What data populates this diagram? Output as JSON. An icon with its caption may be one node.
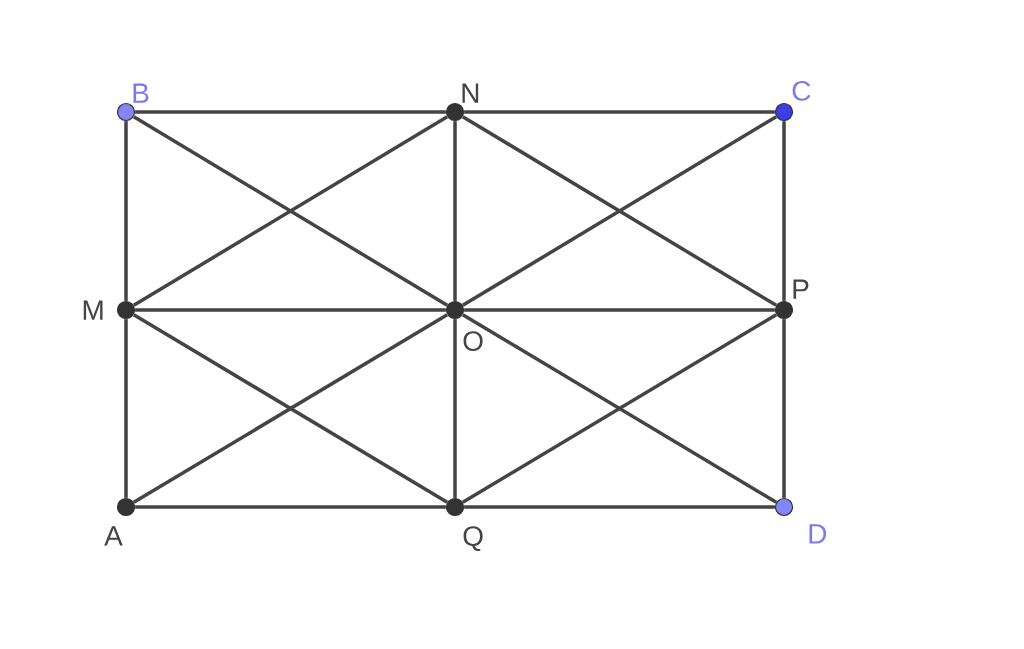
{
  "diagram": {
    "nodes": [
      {
        "text": [
          "B"
        ]
      },
      {
        "text": [
          "N"
        ]
      },
      {
        "text": [
          "C"
        ]
      },
      {
        "text": [
          "M"
        ]
      },
      {
        "text": [
          "O"
        ]
      },
      {
        "text": [
          "P"
        ]
      },
      {
        "text": [
          "A"
        ]
      },
      {
        "text": [
          "Q"
        ]
      },
      {
        "text": [
          "D"
        ]
      }
    ],
    "edges": [
      {
        "from": 0,
        "to": 1,
        "arrow": "none"
      },
      {
        "from": 1,
        "to": 2,
        "arrow": "none"
      },
      {
        "from": 3,
        "to": 4,
        "arrow": "none"
      },
      {
        "from": 4,
        "to": 5,
        "arrow": "none"
      },
      {
        "from": 6,
        "to": 7,
        "arrow": "none"
      },
      {
        "from": 7,
        "to": 8,
        "arrow": "none"
      },
      {
        "from": 0,
        "to": 3,
        "arrow": "none"
      },
      {
        "from": 3,
        "to": 6,
        "arrow": "none"
      },
      {
        "from": 1,
        "to": 4,
        "arrow": "none"
      },
      {
        "from": 4,
        "to": 7,
        "arrow": "none"
      },
      {
        "from": 2,
        "to": 5,
        "arrow": "none"
      },
      {
        "from": 5,
        "to": 8,
        "arrow": "none"
      },
      {
        "from": 0,
        "to": 4,
        "arrow": "none"
      },
      {
        "from": 4,
        "to": 8,
        "arrow": "none"
      },
      {
        "from": 2,
        "to": 4,
        "arrow": "none"
      },
      {
        "from": 4,
        "to": 6,
        "arrow": "none"
      },
      {
        "from": 3,
        "to": 1,
        "arrow": "none"
      },
      {
        "from": 1,
        "to": 5,
        "arrow": "none"
      },
      {
        "from": 5,
        "to": 7,
        "arrow": "none"
      },
      {
        "from": 7,
        "to": 3,
        "arrow": "none"
      }
    ]
  }
}
